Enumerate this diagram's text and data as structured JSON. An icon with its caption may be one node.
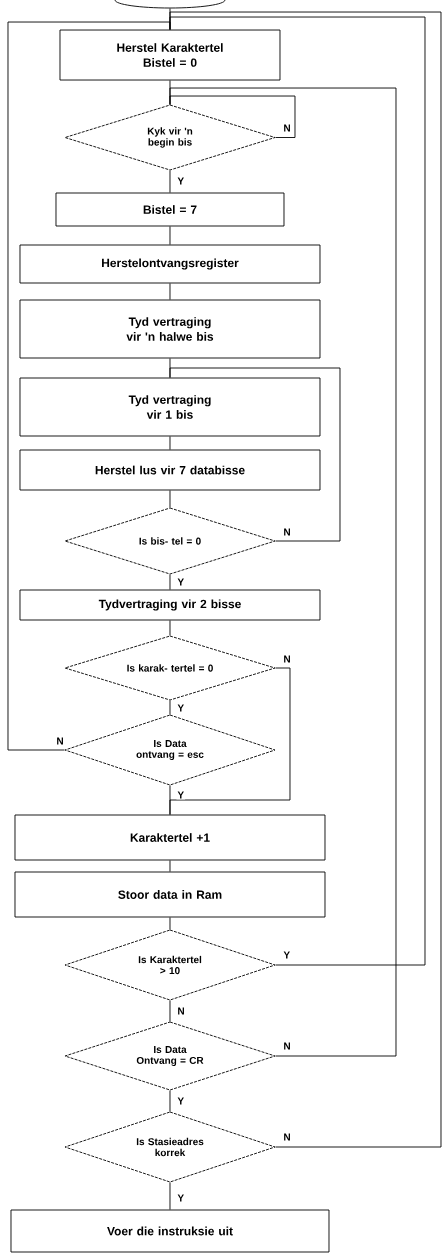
{
  "diagram": {
    "nodes": [
      {
        "text": [],
        "shape": "oval"
      },
      {
        "text": [
          "Herstel Karaktertel Bistel = 0"
        ]
      },
      {
        "text": [
          "Kyk vir 'n begin bis"
        ]
      },
      {
        "text": [
          "Bistel = 7"
        ]
      },
      {
        "text": [
          "Herstelontvangsregister"
        ]
      },
      {
        "text": [
          "Tyd vertraging vir 'n halwe bis"
        ]
      },
      {
        "text": [
          "Tyd vertraging vir 1 bis"
        ]
      },
      {
        "text": [
          "Herstel lus vir 7 databisse"
        ]
      },
      {
        "text": [
          "Is bis- tel = 0"
        ]
      },
      {
        "text": [
          "Tydvertraging vir 2 bisse"
        ]
      },
      {
        "text": [
          "Is karak- tertel = 0"
        ]
      },
      {
        "text": [
          "Is Data ontvang = esc"
        ]
      },
      {
        "text": [
          "Karaktertel +1"
        ]
      },
      {
        "text": [
          "Stoor data in Ram"
        ]
      },
      {
        "text": [
          "Is Karaktertel > 10"
        ]
      },
      {
        "text": [
          "Is Data Ontvang = CR"
        ]
      },
      {
        "text": [
          "Is Stasieadres korrek"
        ]
      },
      {
        "text": [
          "Voer die instruksie uit"
        ]
      }
    ],
    "edges": [
      {
        "from": 0,
        "to": 1,
        "arrow": "none"
      },
      {
        "from": 1,
        "to": 2,
        "arrow": "none"
      },
      {
        "from": 2,
        "to": 2,
        "arrow": "none",
        "label": "N"
      },
      {
        "from": 2,
        "to": 3,
        "arrow": "none",
        "label": "Y"
      },
      {
        "from": 3,
        "to": 4,
        "arrow": "none"
      },
      {
        "from": 4,
        "to": 5,
        "arrow": "none"
      },
      {
        "from": 5,
        "to": 6,
        "arrow": "none"
      },
      {
        "from": 6,
        "to": 7,
        "arrow": "none"
      },
      {
        "from": 7,
        "to": 8,
        "arrow": "none"
      },
      {
        "from": 8,
        "to": 6,
        "arrow": "none",
        "label": "N"
      },
      {
        "from": 8,
        "to": 9,
        "arrow": "none",
        "label": "Y"
      },
      {
        "from": 9,
        "to": 10,
        "arrow": "none"
      },
      {
        "from": 10,
        "to": 11,
        "arrow": "none",
        "label": "Y"
      },
      {
        "from": 10,
        "to": 12,
        "arrow": "none",
        "label": "N"
      },
      {
        "from": 11,
        "to": 1,
        "arrow": "none",
        "label": "N"
      },
      {
        "from": 11,
        "to": 12,
        "arrow": "none",
        "label": "Y"
      },
      {
        "from": 12,
        "to": 13,
        "arrow": "none"
      },
      {
        "from": 13,
        "to": 14,
        "arrow": "none"
      },
      {
        "from": 14,
        "to": 1,
        "arrow": "none",
        "label": "Y"
      },
      {
        "from": 14,
        "to": 15,
        "arrow": "none",
        "label": "N"
      },
      {
        "from": 15,
        "to": 2,
        "arrow": "none",
        "label": "N"
      },
      {
        "from": 15,
        "to": 16,
        "arrow": "none",
        "label": "Y"
      },
      {
        "from": 16,
        "to": 1,
        "arrow": "none",
        "label": "N"
      },
      {
        "from": 16,
        "to": 17,
        "arrow": "none",
        "label": "Y"
      }
    ]
  }
}
